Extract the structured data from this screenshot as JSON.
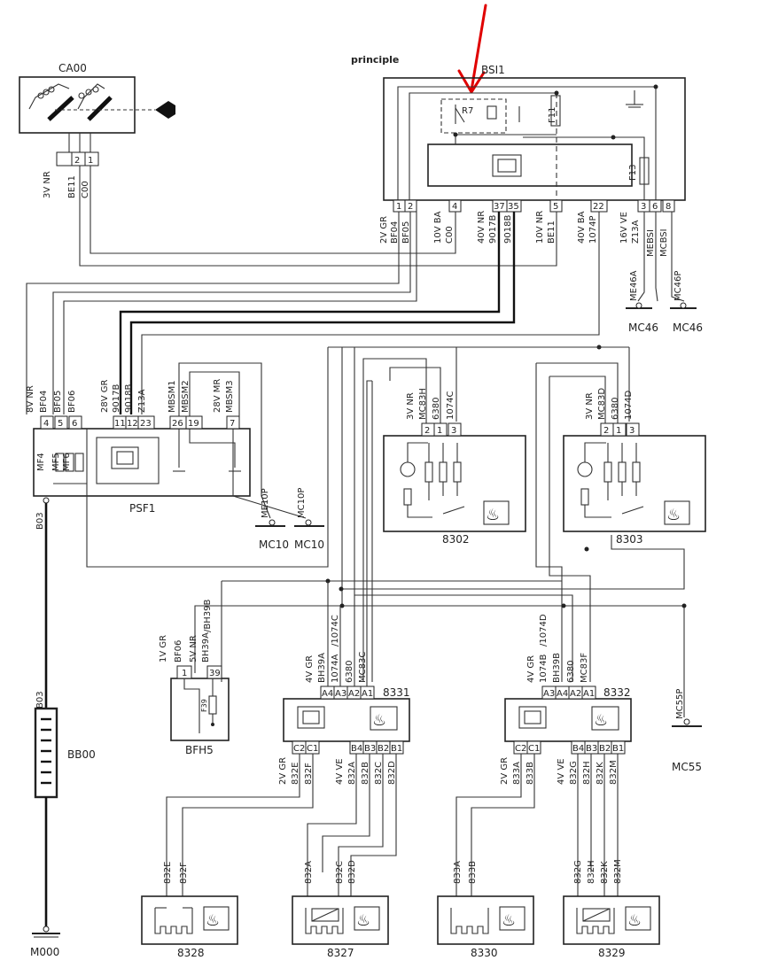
{
  "components": {
    "ca00": "CA00",
    "bsi1": "BSI1",
    "psf1": "PSF1",
    "bb00": "BB00",
    "bfh5": "BFH5",
    "c8302": "8302",
    "c8303": "8303",
    "c8331": "8331",
    "c8332": "8332",
    "c8328": "8328",
    "c8327": "8327",
    "c8330": "8330",
    "c8329": "8329"
  },
  "annotation": {
    "principle": "principle",
    "r7": "R7"
  },
  "fuses": {
    "f11": "F11",
    "f13": "F13",
    "f39": "F39"
  },
  "fuse_labels": {
    "mf4": "MF4",
    "mf5": "MF5",
    "mf6": "MF6"
  },
  "grounds": {
    "mc46a": "MC46",
    "mc46b": "MC46",
    "mc10a": "MC10",
    "mc10b": "MC10",
    "mc55": "MC55",
    "m000": "M000",
    "me46a": "ME46A",
    "mc46p": "MC46P",
    "me10p": "ME10P",
    "mc10p": "MC10P",
    "mc55p": "MC55P"
  },
  "ca00_conn": {
    "spec": "3V NR",
    "pins": [
      "2",
      "1"
    ],
    "wires": [
      "BE11",
      "C00"
    ]
  },
  "bsi1_conn": {
    "pins": [
      "1",
      "2",
      "4",
      "37",
      "35",
      "5",
      "22",
      "3",
      "6",
      "8"
    ],
    "specs": [
      "2V GR",
      "10V BA",
      "40V NR",
      "10V NR",
      "40V BA",
      "16V VE"
    ],
    "wires": [
      "BF04",
      "BF05",
      "C00",
      "9017B",
      "9018B",
      "BE11",
      "1074P",
      "Z13A",
      "MEBSI",
      "MCBSI"
    ]
  },
  "psf1_conn": {
    "pins": [
      "4",
      "5",
      "6",
      "11",
      "12",
      "23",
      "26",
      "19",
      "7"
    ],
    "specs": [
      "8V NR",
      "28V GR",
      "28V MR"
    ],
    "wires": [
      "BF04",
      "BF05",
      "BF06",
      "9017B",
      "9018B",
      "Z13A",
      "MBSM1",
      "MBSM2",
      "MBSM3"
    ],
    "b03": "B03"
  },
  "bb00_wire": "B03",
  "c8302_conn": {
    "spec": "3V NR",
    "pins": [
      "2",
      "1",
      "3"
    ],
    "wires": [
      "MC83H",
      "6380",
      "1074C"
    ]
  },
  "c8303_conn": {
    "spec": "3V NR",
    "pins": [
      "2",
      "1",
      "3"
    ],
    "wires": [
      "MC83D",
      "6380",
      "1074D"
    ]
  },
  "bfh5_conn": {
    "specs": [
      "1V GR",
      "5V NR"
    ],
    "pins": [
      "1",
      "39"
    ],
    "wires": [
      "BF06",
      "BH39A",
      "/BH39B"
    ]
  },
  "c8331_conn": {
    "spec_top": "4V GR",
    "top_pins": [
      "A4",
      "A3",
      "A2",
      "A1"
    ],
    "top_wires": [
      "BH39A",
      "1074A",
      "/1074C",
      "6380",
      "MC83C"
    ],
    "spec_l": "2V GR",
    "l_pins": [
      "C2",
      "C1"
    ],
    "l_wires": [
      "832E",
      "832F"
    ],
    "spec_r": "4V VE",
    "r_pins": [
      "B4",
      "B3",
      "B2",
      "B1"
    ],
    "r_wires": [
      "832A",
      "832B",
      "832C",
      "832D"
    ]
  },
  "c8332_conn": {
    "spec_top": "4V GR",
    "top_pins": [
      "A3",
      "A4",
      "A2",
      "A1"
    ],
    "top_wires": [
      "1074B",
      "/1074D",
      "BH39B",
      "6380",
      "MC83F"
    ],
    "spec_l": "2V GR",
    "l_pins": [
      "C2",
      "C1"
    ],
    "l_wires": [
      "833A",
      "833B"
    ],
    "spec_r": "4V VE",
    "r_pins": [
      "B4",
      "B3",
      "B2",
      "B1"
    ],
    "r_wires": [
      "832G",
      "832H",
      "832K",
      "832M"
    ]
  },
  "c8328_wires": [
    "832E",
    "832F"
  ],
  "c8327_wires": [
    "832A",
    "832C",
    "832D"
  ],
  "c8330_wires": [
    "833A",
    "833B"
  ],
  "c8329_wires": [
    "832G",
    "832H",
    "832K",
    "832M"
  ]
}
